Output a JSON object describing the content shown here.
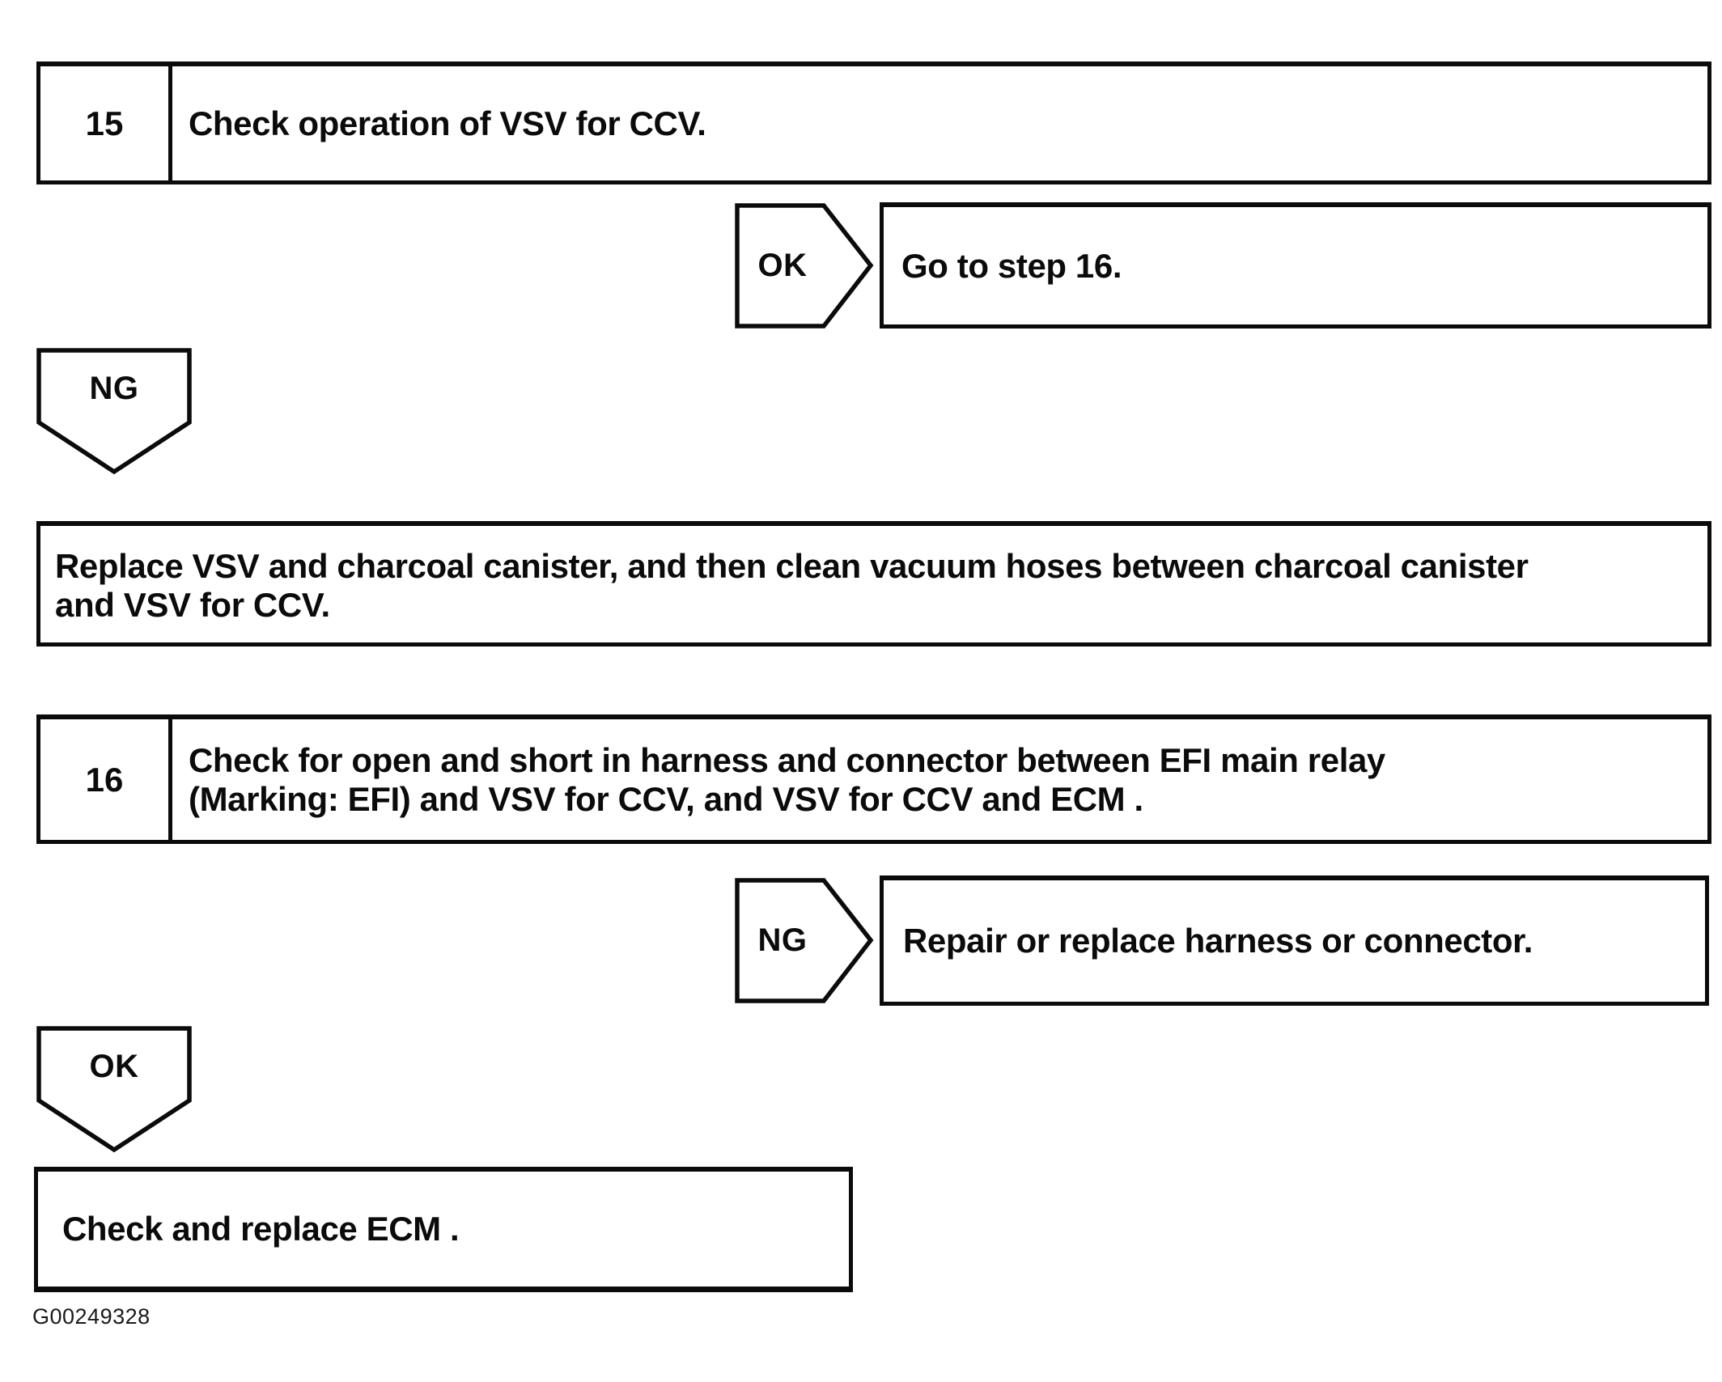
{
  "flowchart": {
    "step15": {
      "number": "15",
      "instruction": "Check operation of VSV for CCV."
    },
    "branch_ok_right": {
      "label": "OK"
    },
    "result_goto": {
      "text": "Go to step 16."
    },
    "branch_ng_down": {
      "label": "NG"
    },
    "result_replace": {
      "line1": "Replace VSV and charcoal canister, and then clean vacuum hoses between charcoal canister",
      "line2": "and VSV for CCV."
    },
    "step16": {
      "number": "16",
      "line1": "Check for open and short in harness and connector between EFI main relay",
      "line2": "(Marking: EFI) and VSV for CCV, and VSV for CCV and ECM ."
    },
    "branch_ng_right": {
      "label": "NG"
    },
    "result_repair": {
      "text": "Repair or replace harness or connector."
    },
    "branch_ok_down": {
      "label": "OK"
    },
    "result_ecm": {
      "text": "Check and replace ECM ."
    },
    "footer_code": "G00249328"
  }
}
